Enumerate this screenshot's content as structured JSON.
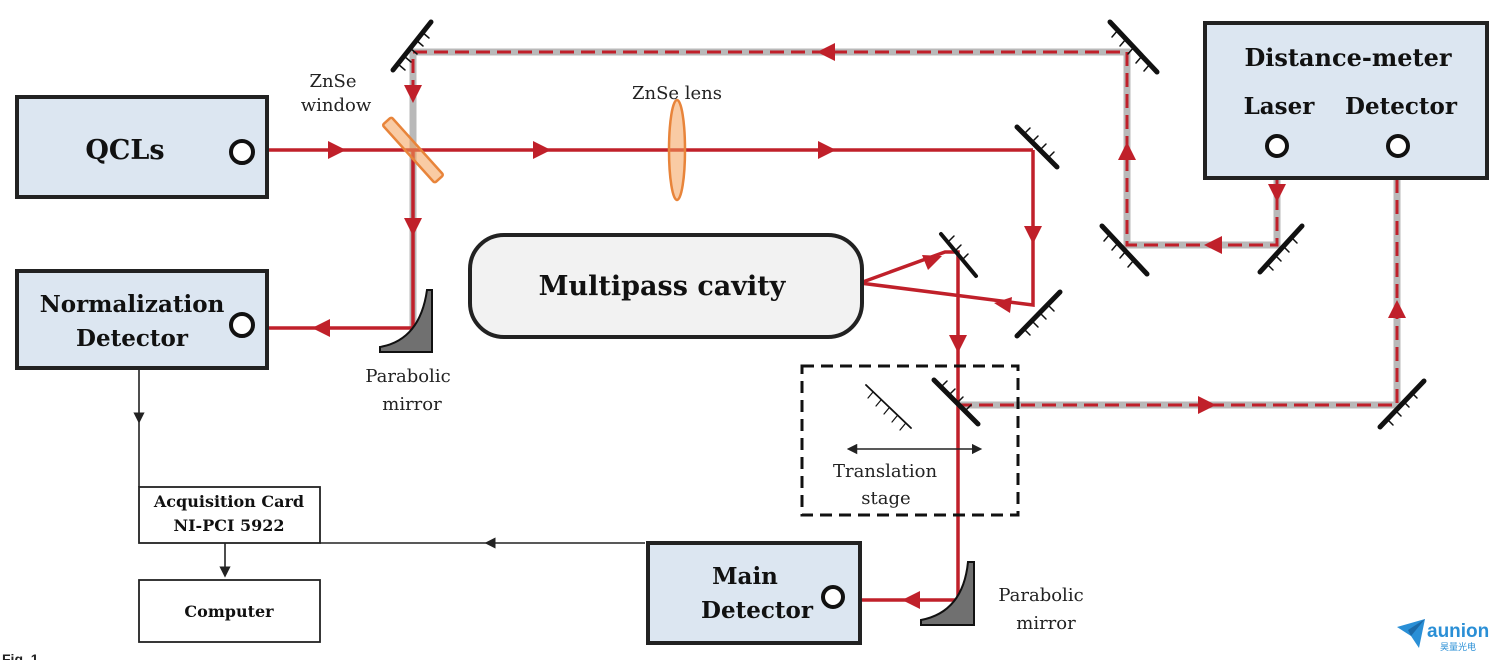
{
  "blocks": {
    "qcls": "QCLs",
    "normalization_line1": "Normalization",
    "normalization_line2": "Detector",
    "multipass": "Multipass cavity",
    "distance_meter_title": "Distance-meter",
    "laser": "Laser",
    "detector": "Detector",
    "main_line1": "Main",
    "main_line2": "Detector",
    "acq_line1": "Acquisition Card",
    "acq_line2": "NI-PCI 5922",
    "computer": "Computer"
  },
  "labels": {
    "znse_window_line1": "ZnSe",
    "znse_window_line2": "window",
    "znse_lens": "ZnSe lens",
    "parabolic1_line1": "Parabolic",
    "parabolic1_line2": "mirror",
    "parabolic2_line1": "Parabolic",
    "parabolic2_line2": "mirror",
    "translation_line1": "Translation",
    "translation_line2": "stage"
  },
  "caption": "Fig. 1",
  "logo": {
    "name": "aunion",
    "subtext": "昊量光电"
  },
  "colors": {
    "beam": "#c0202a",
    "block_fill": "#dce6f1",
    "optic_orange": "#f4a15a",
    "dashed_gray": "#b9b9b9",
    "logo_blue": "#2a8fd6"
  }
}
